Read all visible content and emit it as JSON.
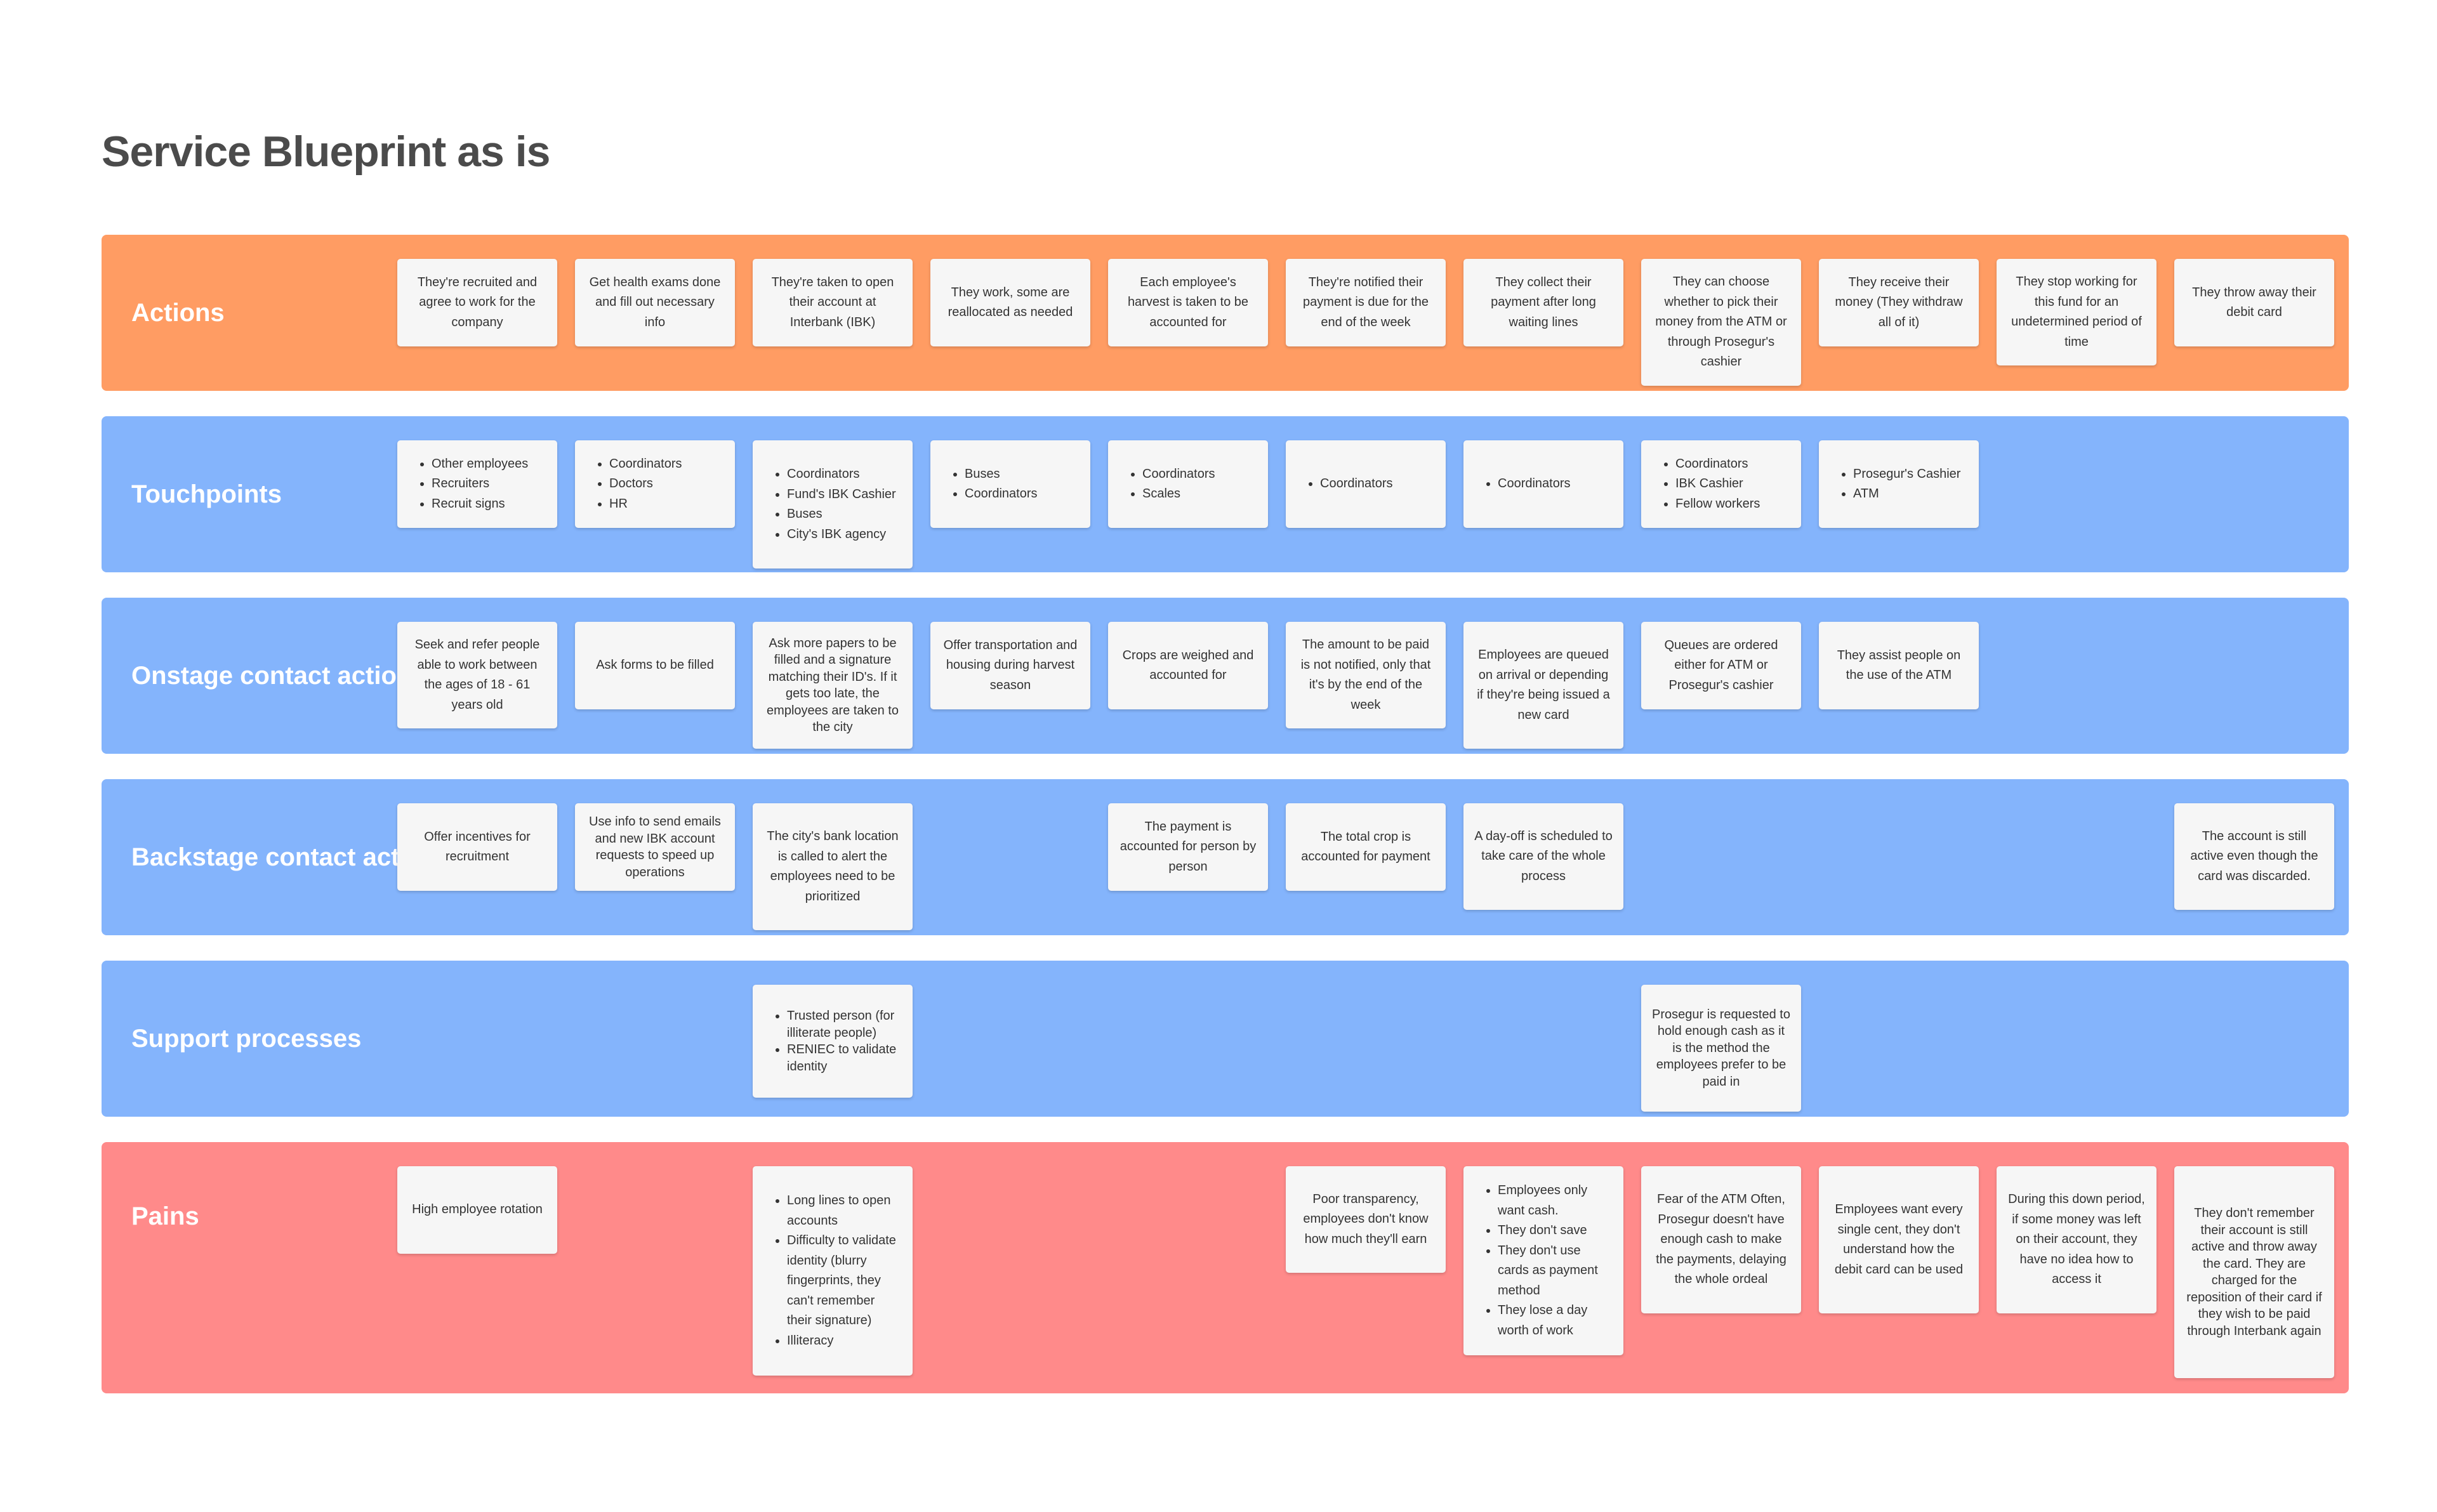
{
  "page": {
    "title": "Service Blueprint as is"
  },
  "colors": {
    "actions": "#ff9c63",
    "blue_lanes": "#84b4fc",
    "pains": "#ff8a8a",
    "card": "#f6f6f6"
  },
  "lanes": {
    "actions": {
      "label": "Actions",
      "cards": [
        "They're recruited and agree to work for the company",
        "Get health exams done and fill out necessary info",
        "They're taken to open their account at Interbank (IBK)",
        "They work, some are reallocated as needed",
        "Each employee's harvest is taken to be accounted for",
        "They're notified their payment is due for the end of the week",
        "They collect their payment after long waiting lines",
        "They can choose whether to pick their money from the ATM or through Prosegur's cashier",
        "They receive their money (They withdraw all of it)",
        "They stop working for this fund for an undetermined period of time",
        "They throw away their debit card"
      ]
    },
    "touchpoints": {
      "label": "Touchpoints",
      "cards": [
        [
          "Other employees",
          "Recruiters",
          "Recruit signs"
        ],
        [
          "Coordinators",
          "Doctors",
          "HR"
        ],
        [
          "Coordinators",
          "Fund's IBK Cashier",
          "Buses",
          "City's IBK agency"
        ],
        [
          "Buses",
          "Coordinators"
        ],
        [
          "Coordinators",
          "Scales"
        ],
        [
          "Coordinators"
        ],
        [
          "Coordinators"
        ],
        [
          "Coordinators",
          "IBK Cashier",
          "Fellow workers"
        ],
        [
          "Prosegur's Cashier",
          "ATM"
        ]
      ]
    },
    "onstage": {
      "label": "Onstage contact actions",
      "cards": [
        "Seek and refer people able to work between the ages of 18 - 61 years old",
        "Ask forms to be filled",
        "Ask more papers to be filled and a signature matching their ID's. If it gets too late, the employees are taken to the city",
        "Offer transportation and housing during harvest season",
        "Crops are weighed and accounted for",
        "The amount to be paid is not notified, only that it's by the end of the week",
        "Employees are queued on arrival or depending if they're being issued a new card",
        "Queues are ordered either for ATM or Prosegur's cashier",
        "They assist people on the use of the ATM"
      ]
    },
    "backstage": {
      "label": "Backstage contact actions",
      "cards": [
        "Offer incentives for recruitment",
        "Use info to send emails and new IBK account requests to speed up operations",
        "The city's bank location is called to alert the employees need to be prioritized",
        "The payment is accounted for person by person",
        "The total crop is accounted for payment",
        "A day-off is scheduled to take care of the whole process",
        "The account is still active even though the card was discarded."
      ]
    },
    "support": {
      "label": "Support processes",
      "cards": [
        [
          "Trusted person (for illiterate people)",
          "RENIEC to validate identity"
        ],
        "Prosegur is requested to hold enough cash as it is the method the employees prefer to be paid in"
      ]
    },
    "pains": {
      "label": "Pains",
      "cards": [
        "High employee rotation",
        [
          "Long lines to open accounts",
          "Difficulty to validate identity (blurry fingerprints, they can't remember their signature)",
          "Illiteracy"
        ],
        "Poor transparency, employees don't know how much they'll earn",
        [
          "Employees only want cash.",
          "They don't save",
          "They don't use cards as payment method",
          "They lose a day worth of work"
        ],
        "Fear of the ATM Often, Prosegur doesn't have enough cash to make the payments, delaying the whole ordeal",
        "Employees want every single cent, they don't understand how the debit card can be used",
        "During this down period, if some money was left on their account, they have no idea how to access it",
        "They don't remember their account is still active and throw away the card. They are charged for the reposition of their card if they wish to be paid through Interbank again"
      ]
    }
  }
}
